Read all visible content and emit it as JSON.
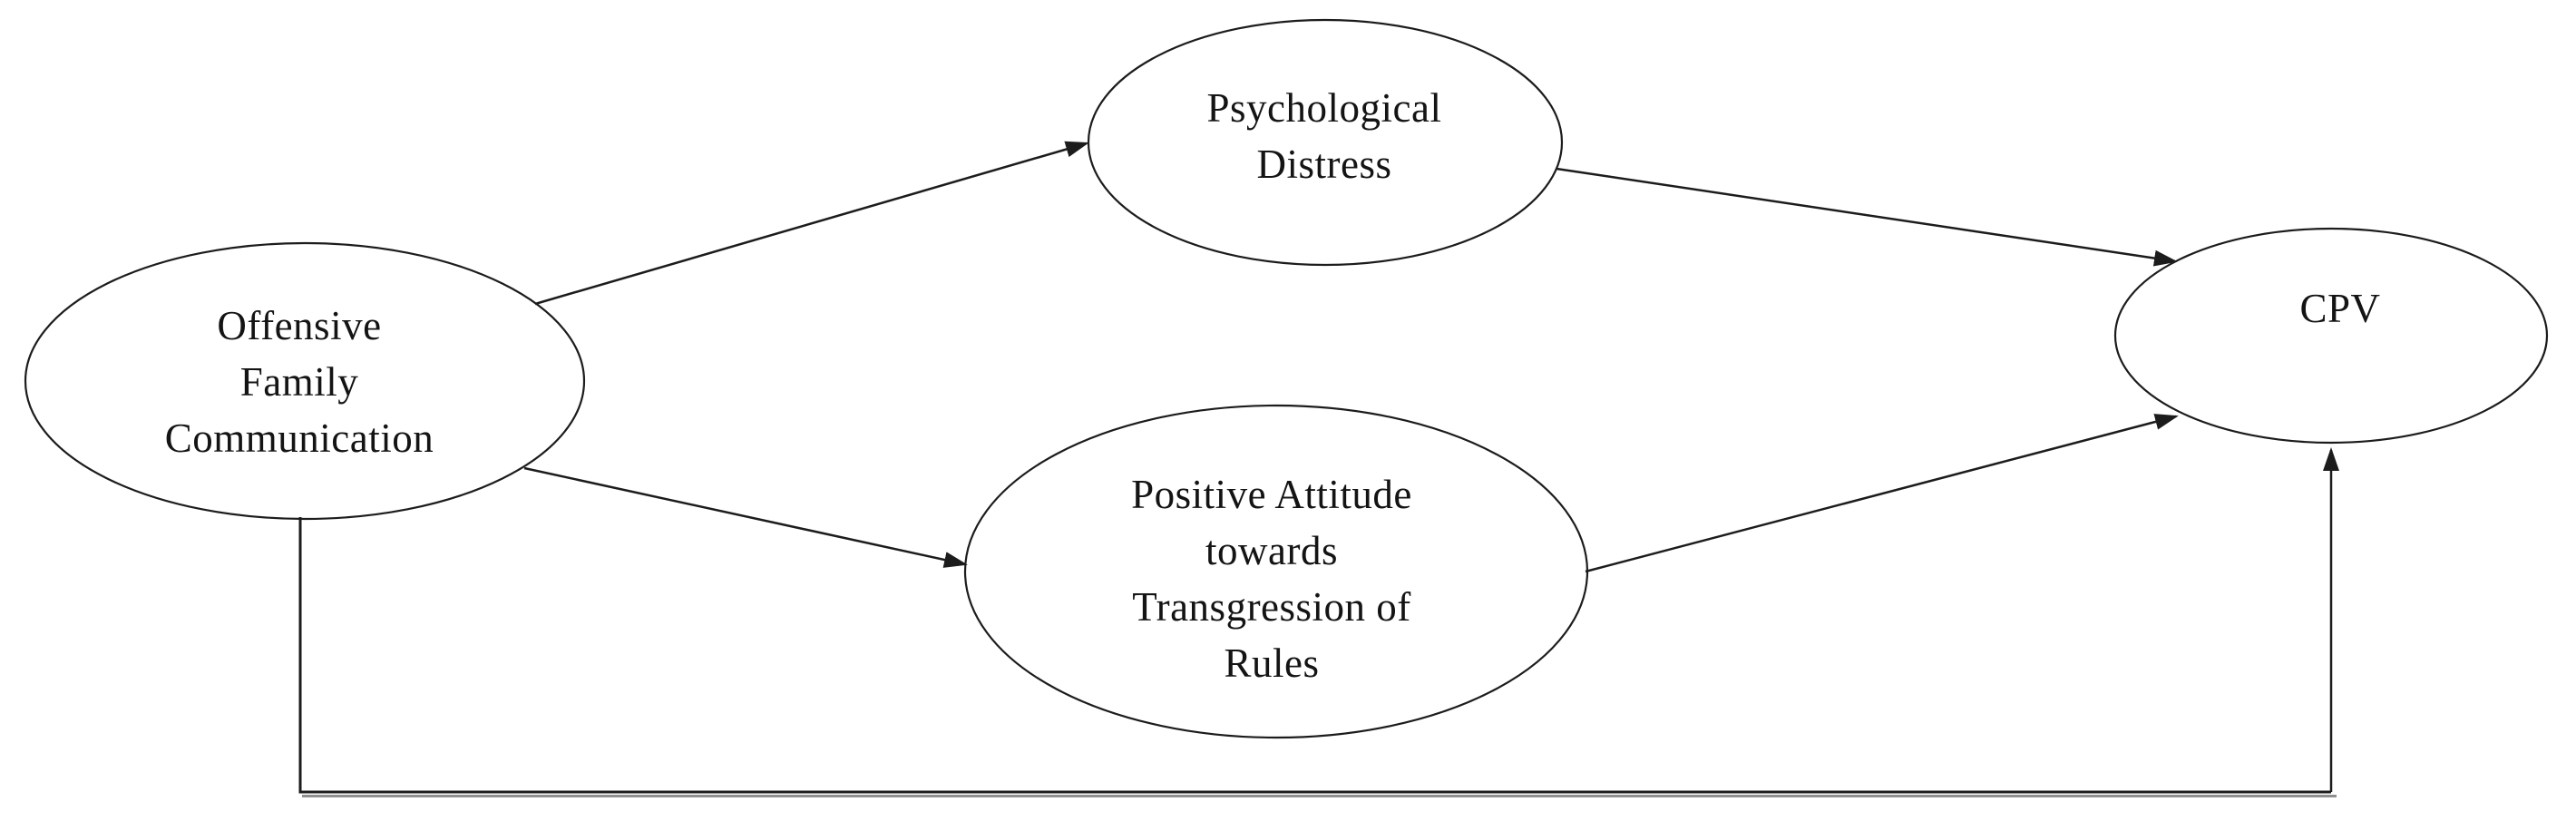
{
  "figure": {
    "type": "path-diagram",
    "background": "#ffffff",
    "stroke_color": "#1c1c1c",
    "text_color": "#141414",
    "shadow_color": "#8f8f8f"
  },
  "nodes": {
    "ofc": {
      "label": "Offensive\nFamily\nCommunication"
    },
    "pd": {
      "label": "Psychological\nDistress"
    },
    "pat": {
      "label": "Positive Attitude\ntowards\nTransgression of\nRules"
    },
    "cpv": {
      "label": "CPV"
    }
  },
  "edges": [
    {
      "from": "Offensive Family Communication",
      "to": "Psychological Distress",
      "style": "arrow"
    },
    {
      "from": "Psychological Distress",
      "to": "CPV",
      "style": "arrow"
    },
    {
      "from": "Offensive Family Communication",
      "to": "Positive Attitude towards Transgression of Rules",
      "style": "arrow"
    },
    {
      "from": "Positive Attitude towards Transgression of Rules",
      "to": "CPV",
      "style": "arrow"
    },
    {
      "from": "Offensive Family Communication",
      "to": "CPV",
      "style": "arrow",
      "route": "bottom-elbow"
    }
  ]
}
